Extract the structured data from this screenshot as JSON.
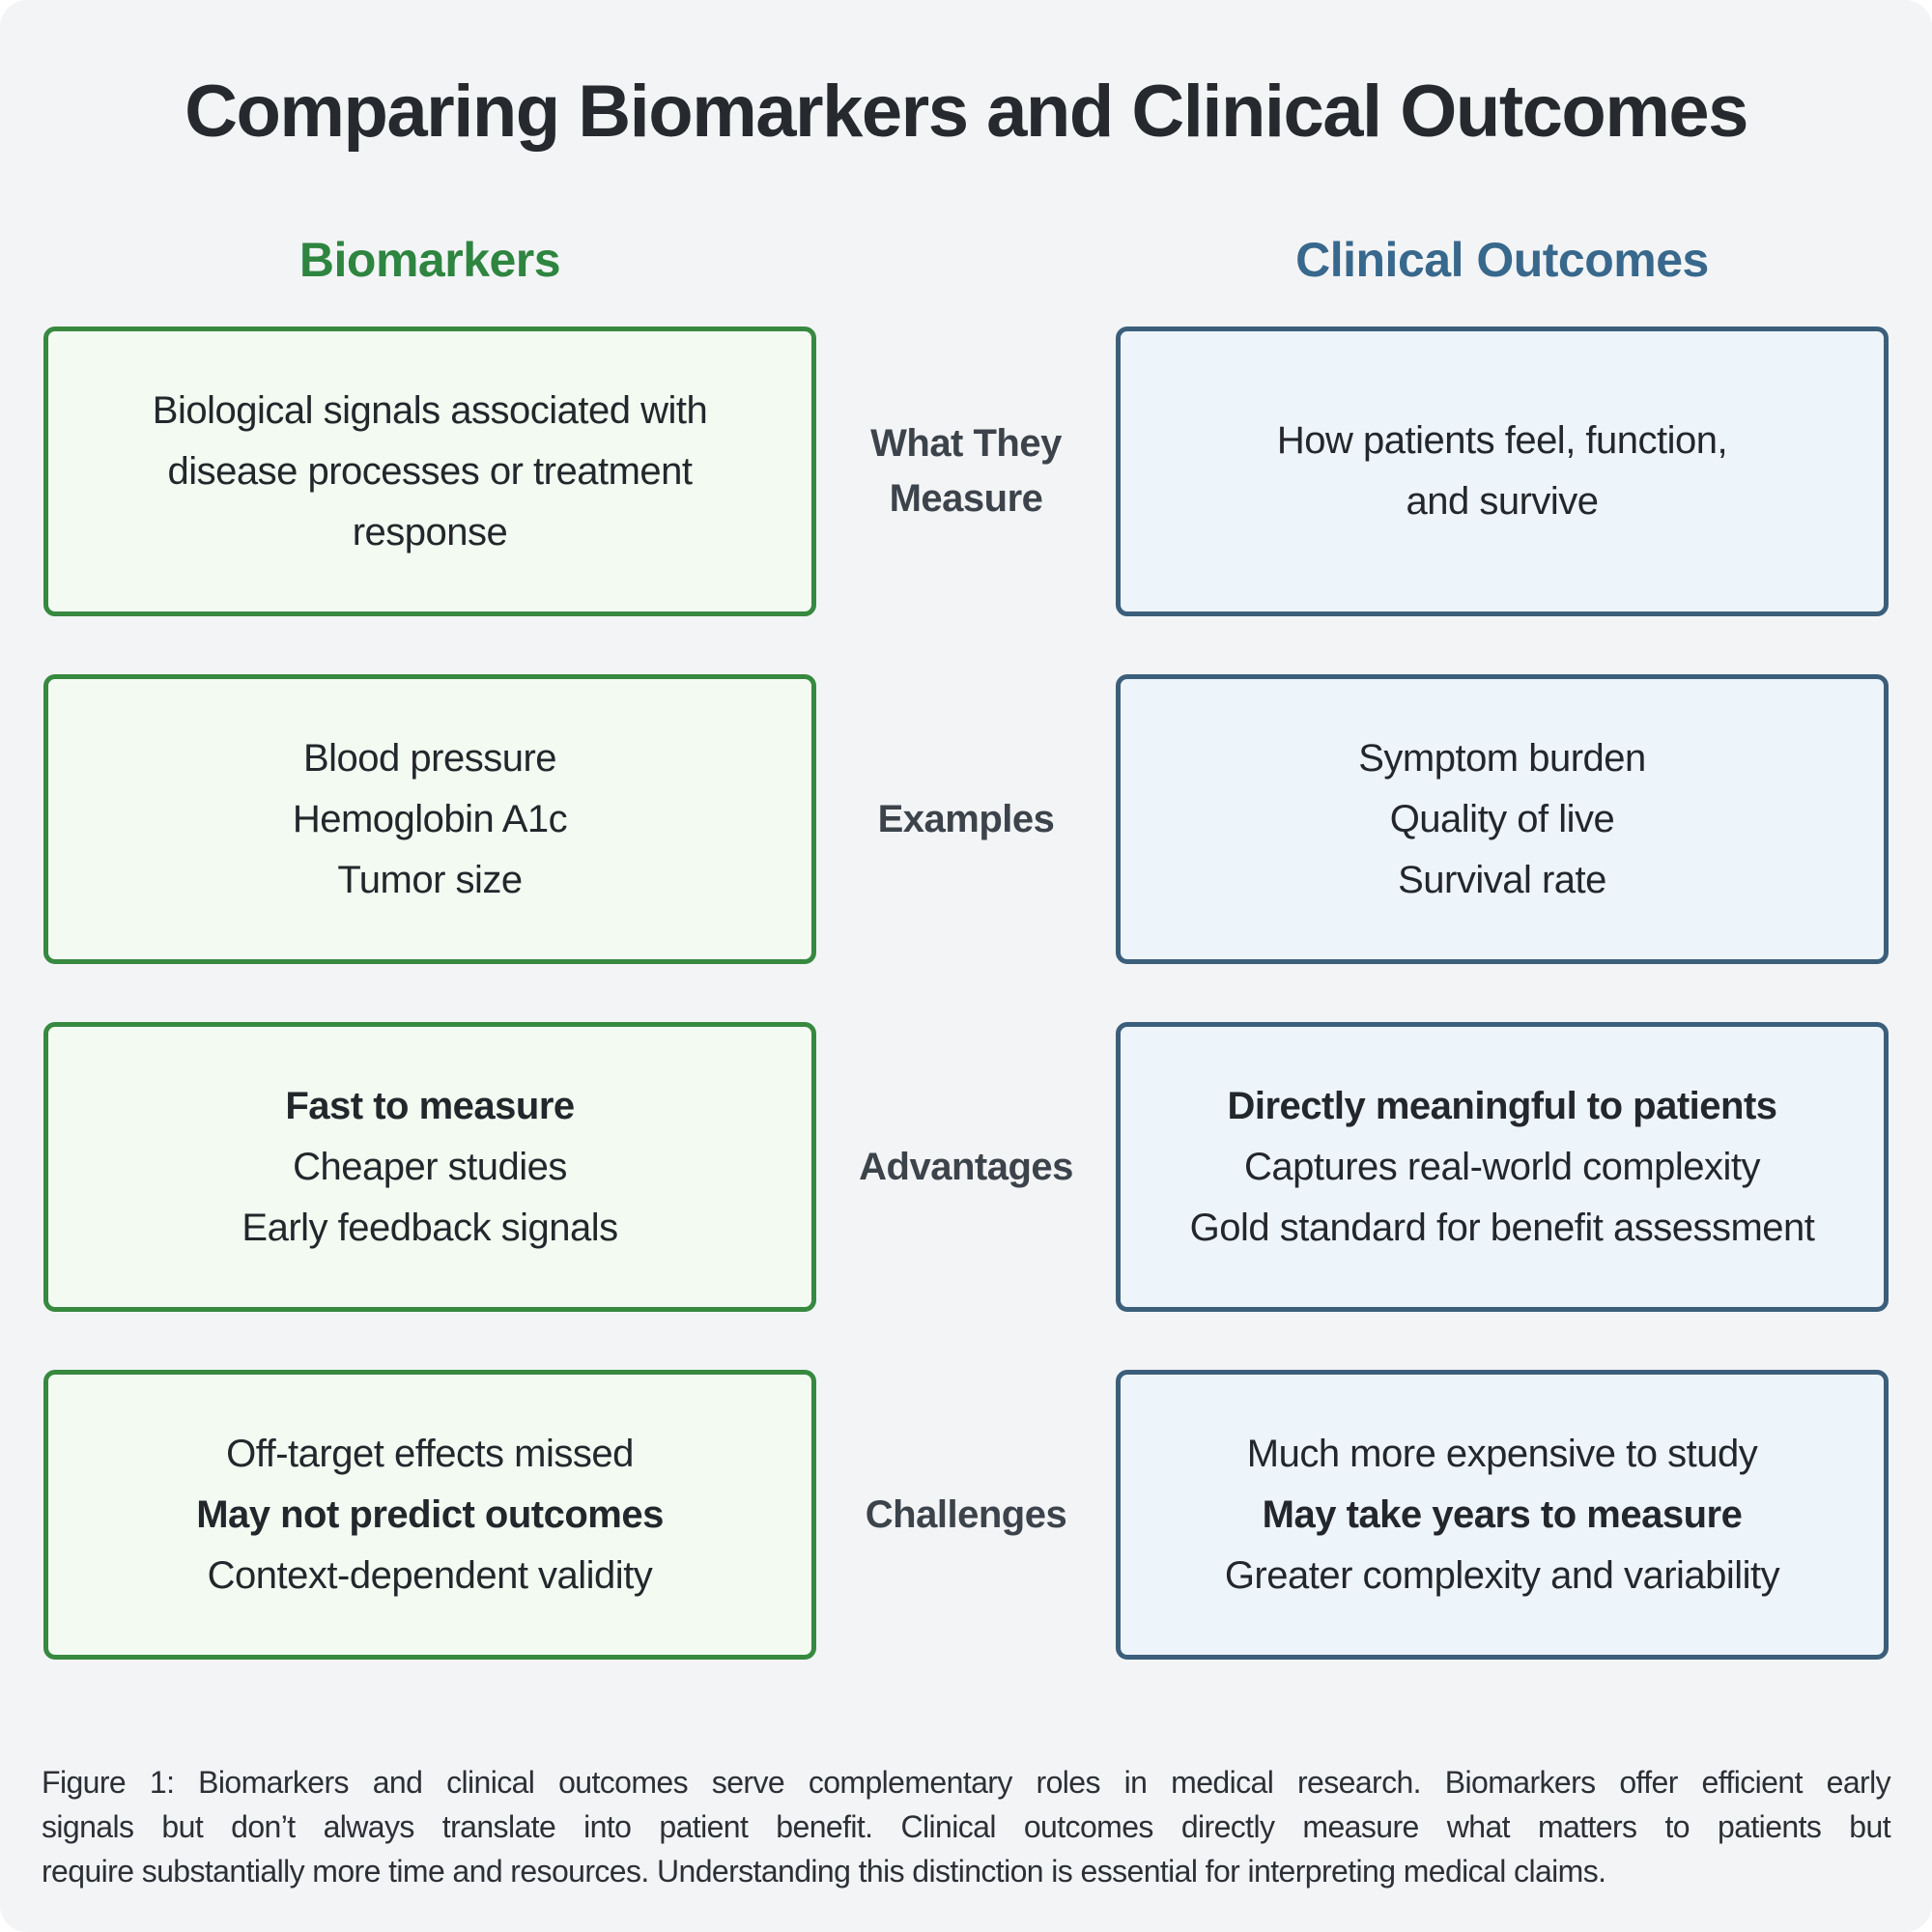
{
  "title": "Comparing Biomarkers and Clinical Outcomes",
  "columns": {
    "left": {
      "header": "Biomarkers",
      "accent": "#2e8540",
      "border": "#37893f",
      "fill": "#f2faf2"
    },
    "right": {
      "header": "Clinical Outcomes",
      "accent": "#38688c",
      "border": "#3b5f7b",
      "fill": "#edf4fa"
    }
  },
  "rows": [
    {
      "label": "What They Measure",
      "label_lines": [
        "What They",
        "Measure"
      ],
      "left_lines": [
        {
          "text": "Biological signals associated with",
          "bold": false
        },
        {
          "text": "disease processes or treatment",
          "bold": false
        },
        {
          "text": "response",
          "bold": false
        }
      ],
      "right_lines": [
        {
          "text": "How patients feel, function,",
          "bold": false
        },
        {
          "text": "and survive",
          "bold": false
        }
      ]
    },
    {
      "label": "Examples",
      "label_lines": [
        "Examples"
      ],
      "left_lines": [
        {
          "text": "Blood pressure",
          "bold": false
        },
        {
          "text": "Hemoglobin A1c",
          "bold": false
        },
        {
          "text": "Tumor size",
          "bold": false
        }
      ],
      "right_lines": [
        {
          "text": "Symptom burden",
          "bold": false
        },
        {
          "text": "Quality of live",
          "bold": false
        },
        {
          "text": "Survival rate",
          "bold": false
        }
      ]
    },
    {
      "label": "Advantages",
      "label_lines": [
        "Advantages"
      ],
      "left_lines": [
        {
          "text": "Fast to measure",
          "bold": true
        },
        {
          "text": "Cheaper studies",
          "bold": false
        },
        {
          "text": "Early feedback signals",
          "bold": false
        }
      ],
      "right_lines": [
        {
          "text": "Directly meaningful to patients",
          "bold": true
        },
        {
          "text": "Captures real-world complexity",
          "bold": false
        },
        {
          "text": "Gold standard for benefit assessment",
          "bold": false
        }
      ]
    },
    {
      "label": "Challenges",
      "label_lines": [
        "Challenges"
      ],
      "left_lines": [
        {
          "text": "Off-target effects missed",
          "bold": false
        },
        {
          "text": "May not predict outcomes",
          "bold": true
        },
        {
          "text": "Context-dependent validity",
          "bold": false
        }
      ],
      "right_lines": [
        {
          "text": "Much more expensive to study",
          "bold": false
        },
        {
          "text": "May take years to measure",
          "bold": true
        },
        {
          "text": "Greater complexity and variability",
          "bold": false
        }
      ]
    }
  ],
  "caption_lines": [
    "Figure 1: Biomarkers and clinical outcomes serve complementary roles in medical research. Biomarkers offer efficient early",
    "signals but don’t always translate into patient benefit. Clinical outcomes directly measure what matters to patients but",
    "require substantially more time and resources. Understanding this distinction is essential for interpreting medical claims."
  ]
}
